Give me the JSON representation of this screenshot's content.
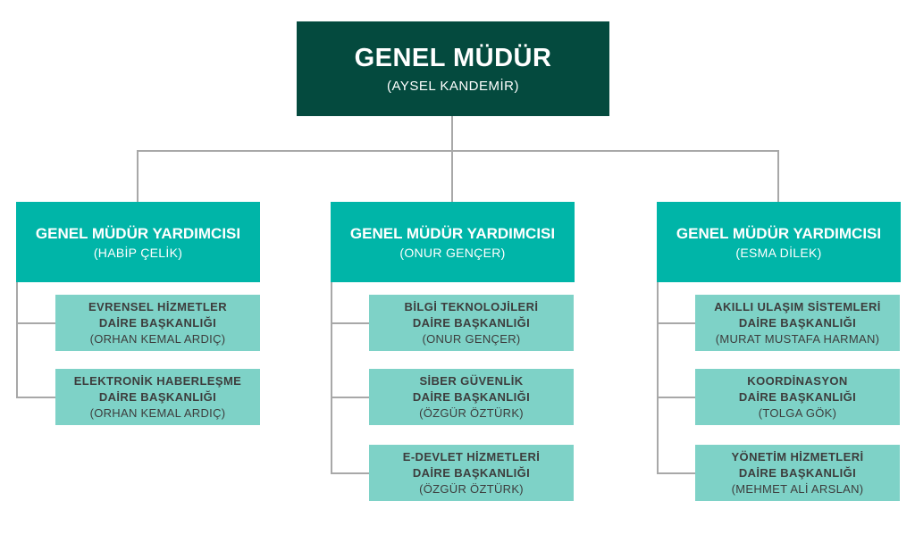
{
  "general_manager": {
    "title": "GENEL MÜDÜR",
    "name": "(AYSEL KANDEMİR)"
  },
  "columns": [
    {
      "head": {
        "title": "GENEL MÜDÜR YARDIMCISI",
        "name": "(HABİP ÇELİK)"
      },
      "departments": [
        {
          "line1": "EVRENSEL HİZMETLER",
          "line2": "DAİRE BAŞKANLIĞI",
          "name": "(ORHAN KEMAL ARDIÇ)"
        },
        {
          "line1": "ELEKTRONİK HABERLEŞME",
          "line2": "DAİRE BAŞKANLIĞI",
          "name": "(ORHAN KEMAL ARDIÇ)"
        }
      ]
    },
    {
      "head": {
        "title": "GENEL MÜDÜR YARDIMCISI",
        "name": "(ONUR GENÇER)"
      },
      "departments": [
        {
          "line1": "BİLGİ TEKNOLOJİLERİ",
          "line2": "DAİRE BAŞKANLIĞI",
          "name": "(ONUR GENÇER)"
        },
        {
          "line1": "SİBER GÜVENLİK",
          "line2": "DAİRE BAŞKANLIĞI",
          "name": "(ÖZGÜR ÖZTÜRK)"
        },
        {
          "line1": "E-DEVLET HİZMETLERİ",
          "line2": "DAİRE BAŞKANLIĞI",
          "name": "(ÖZGÜR ÖZTÜRK)"
        }
      ]
    },
    {
      "head": {
        "title": "GENEL MÜDÜR YARDIMCISI",
        "name": "(ESMA DİLEK)"
      },
      "departments": [
        {
          "line1": "AKILLI ULAŞIM SİSTEMLERİ",
          "line2": "DAİRE BAŞKANLIĞI",
          "name": "(MURAT MUSTAFA HARMAN)"
        },
        {
          "line1": "KOORDİNASYON",
          "line2": "DAİRE BAŞKANLIĞI",
          "name": "(TOLGA GÖK)"
        },
        {
          "line1": "YÖNETİM HİZMETLERİ",
          "line2": "DAİRE BAŞKANLIĞI",
          "name": "(MEHMET ALİ ARSLAN)"
        }
      ]
    }
  ],
  "colors": {
    "general_manager_bg": "#044a3e",
    "deputy_bg": "#00b5a8",
    "department_bg": "#7ed2c7",
    "connector": "#a8a8a8"
  }
}
